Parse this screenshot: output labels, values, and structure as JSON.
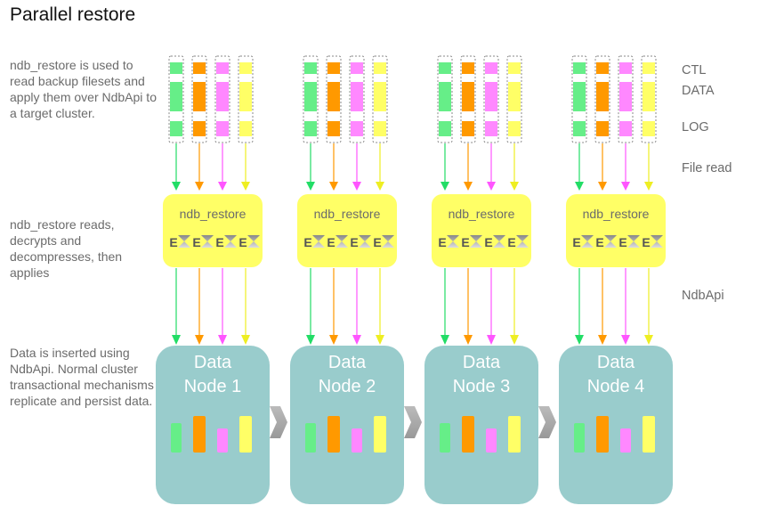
{
  "title": "Parallel restore",
  "descriptions": [
    "ndb_restore is used to read backup filesets and apply them over NdbApi to a target cluster.",
    "ndb_restore reads, decrypts and decompresses, then applies",
    "Data is inserted using NdbApi. Normal cluster transactional mechanisms replicate and persist data."
  ],
  "labels": {
    "ctl": "CTL",
    "data": "DATA",
    "log": "LOG",
    "file_read": "File read",
    "ndbapi": "NdbApi"
  },
  "restore_label": "ndb_restore",
  "exec_glyph": "E",
  "data_node_label": "Data",
  "nodes": [
    {
      "name": "Node 1"
    },
    {
      "name": "Node 2"
    },
    {
      "name": "Node 3"
    },
    {
      "name": "Node 4"
    }
  ],
  "colors": {
    "stream_green": "#66ee88",
    "stream_orange": "#ff9900",
    "stream_pink": "#ff88ff",
    "stream_yellow": "#ffff66",
    "arrow_green": "#22dd66",
    "arrow_orange": "#ff9900",
    "arrow_pink": "#ff55ff",
    "arrow_yellow": "#eeee22",
    "restore_box": "#ffff66",
    "data_node": "#99cccc",
    "connector": "#aaaaaa"
  }
}
